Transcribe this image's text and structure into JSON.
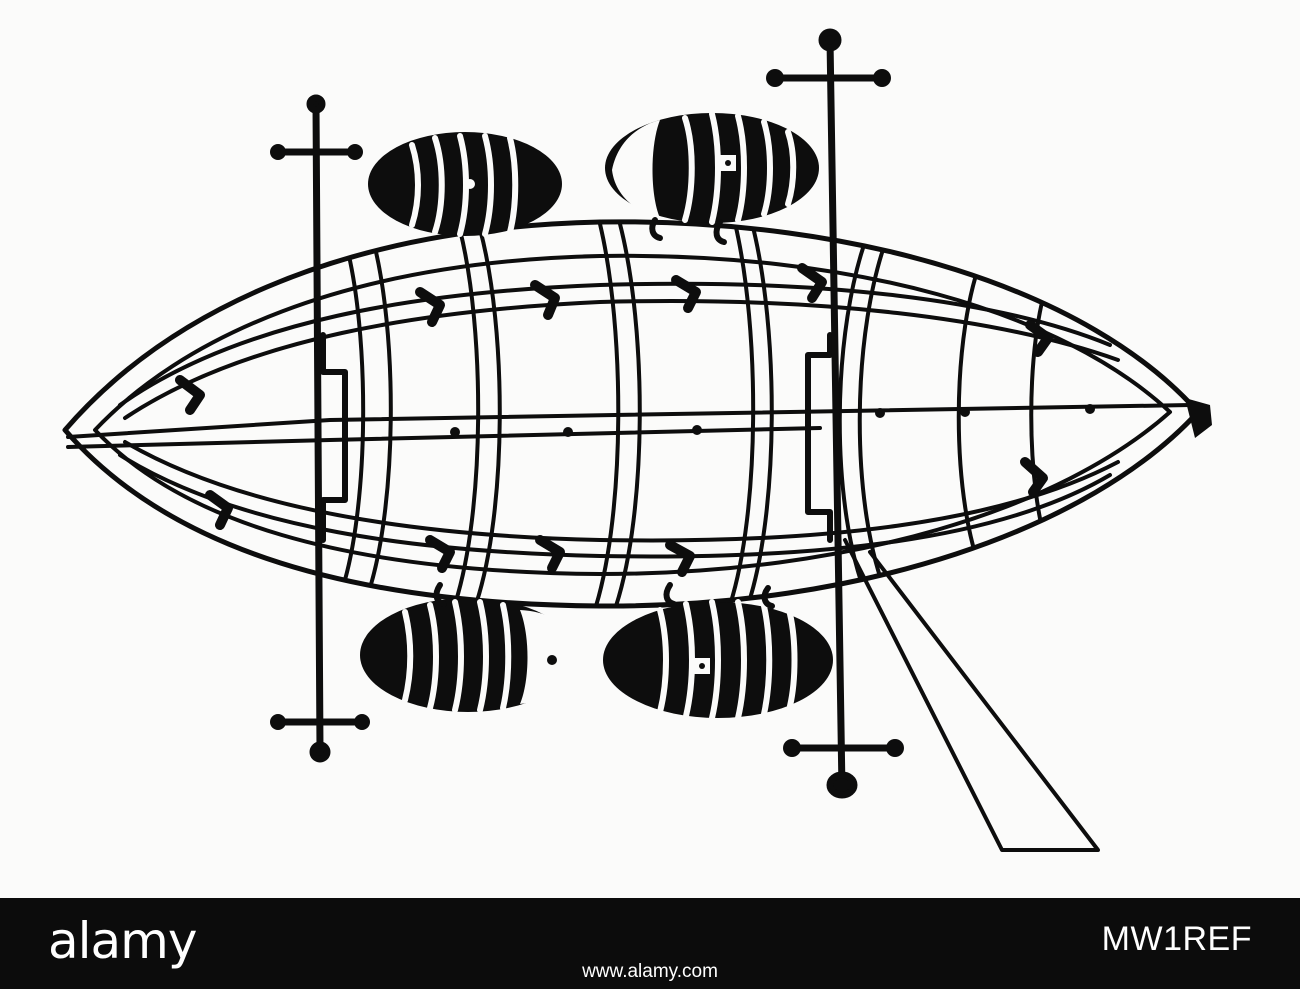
{
  "image": {
    "subject": "boat-with-barrels-line-drawing",
    "colors": {
      "ink": "#0d0d0d",
      "paper": "#fbfbfa",
      "footer": "#0c0c0c",
      "footer_text": "#ffffff"
    }
  },
  "footer": {
    "logo": "alamy",
    "image_id": "MW1REF",
    "url": "www.alamy.com"
  }
}
